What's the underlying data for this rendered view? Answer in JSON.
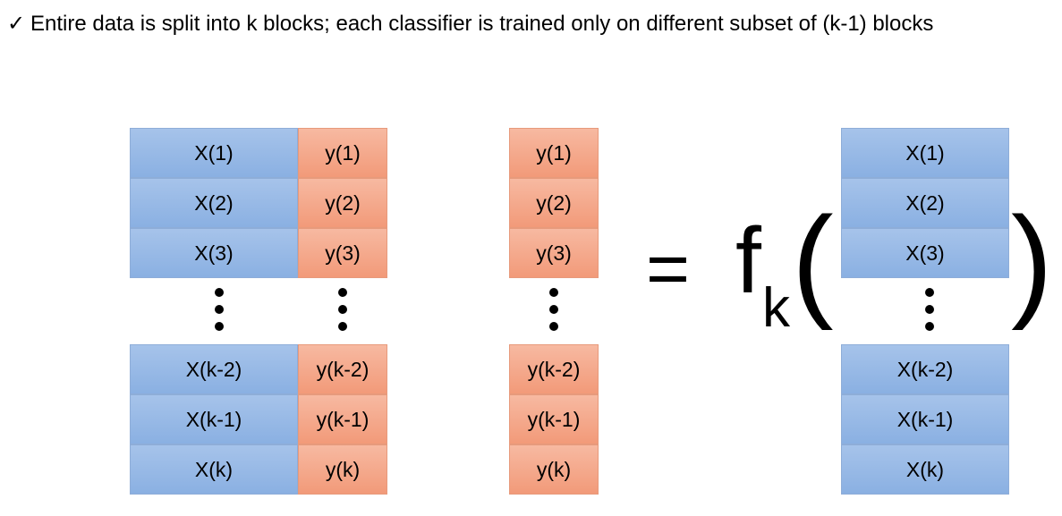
{
  "header": {
    "bullet_icon": "checkmark-icon",
    "text": "Entire data is split into k blocks; each classifier is trained only on different subset of (k-1) blocks"
  },
  "left_table": {
    "x_labels_top": [
      "X(1)",
      "X(2)",
      "X(3)"
    ],
    "y_labels_top": [
      "y(1)",
      "y(2)",
      "y(3)"
    ],
    "x_labels_bottom": [
      "X(k-2)",
      "X(k-1)",
      "X(k)"
    ],
    "y_labels_bottom": [
      "y(k-2)",
      "y(k-1)",
      "y(k)"
    ]
  },
  "target_column": {
    "labels_top": [
      "y(1)",
      "y(2)",
      "y(3)"
    ],
    "labels_bottom": [
      "y(k-2)",
      "y(k-1)",
      "y(k)"
    ]
  },
  "equation": {
    "equals": "=",
    "function": "f",
    "subscript": "k",
    "open_paren": "(",
    "close_paren": ")"
  },
  "input_column": {
    "labels_top": [
      "X(1)",
      "X(2)",
      "X(3)"
    ],
    "labels_bottom": [
      "X(k-2)",
      "X(k-1)",
      "X(k)"
    ]
  },
  "colors": {
    "feature_block": "#9bbbe7",
    "label_block": "#f5a888"
  }
}
